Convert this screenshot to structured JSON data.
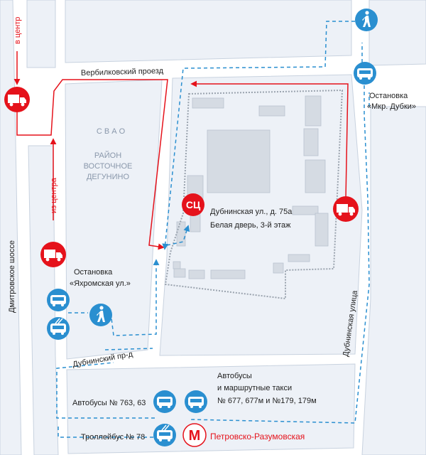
{
  "streets": {
    "verbilkovsky": "Вербилковский проезд",
    "dmitrovskoe": "Дмитровское шоссе",
    "dubninskaya": "Дубнинская улица",
    "dubninsky_pr": "Дубнинский пр-д"
  },
  "district": {
    "line1": "С В А О",
    "line2": "РАЙОН",
    "line3": "ВОСТОЧНОЕ",
    "line4": "ДЕГУНИНО"
  },
  "direction": {
    "to_center": "в центр",
    "from_center": "из центра"
  },
  "center": {
    "badge": "СЦ",
    "address_line1": "Дубнинская ул., д. 75а",
    "address_line2": "Белая дверь, 3-й этаж"
  },
  "stops": {
    "dubki_line1": "Остановка",
    "dubki_line2": "«Мкр. Дубки»",
    "yakhroma_line1": "Остановка",
    "yakhroma_line2": "«Яхромская ул.»"
  },
  "transport": {
    "buses_taxi_line1": "Автобусы",
    "buses_taxi_line2": "и маршрутные такси",
    "buses_taxi_line3": "№ 677, 677м и №179, 179м",
    "buses_main": "Автобусы № 763, 63",
    "trolley": "Троллейбус № 78"
  },
  "metro": {
    "symbol": "М",
    "station": "Петровско-Разумовская"
  },
  "colors": {
    "road": "#ffffff",
    "block": "#edf1f7",
    "block_border": "#c8d2df",
    "building": "#d5dbe3",
    "car_route": "#e5121b",
    "walk_route": "#2a8fd0",
    "fence": "#9aa3ae"
  },
  "icons": [
    "truck-icon",
    "bus-icon",
    "trolleybus-icon",
    "pedestrian-icon",
    "metro-icon"
  ]
}
